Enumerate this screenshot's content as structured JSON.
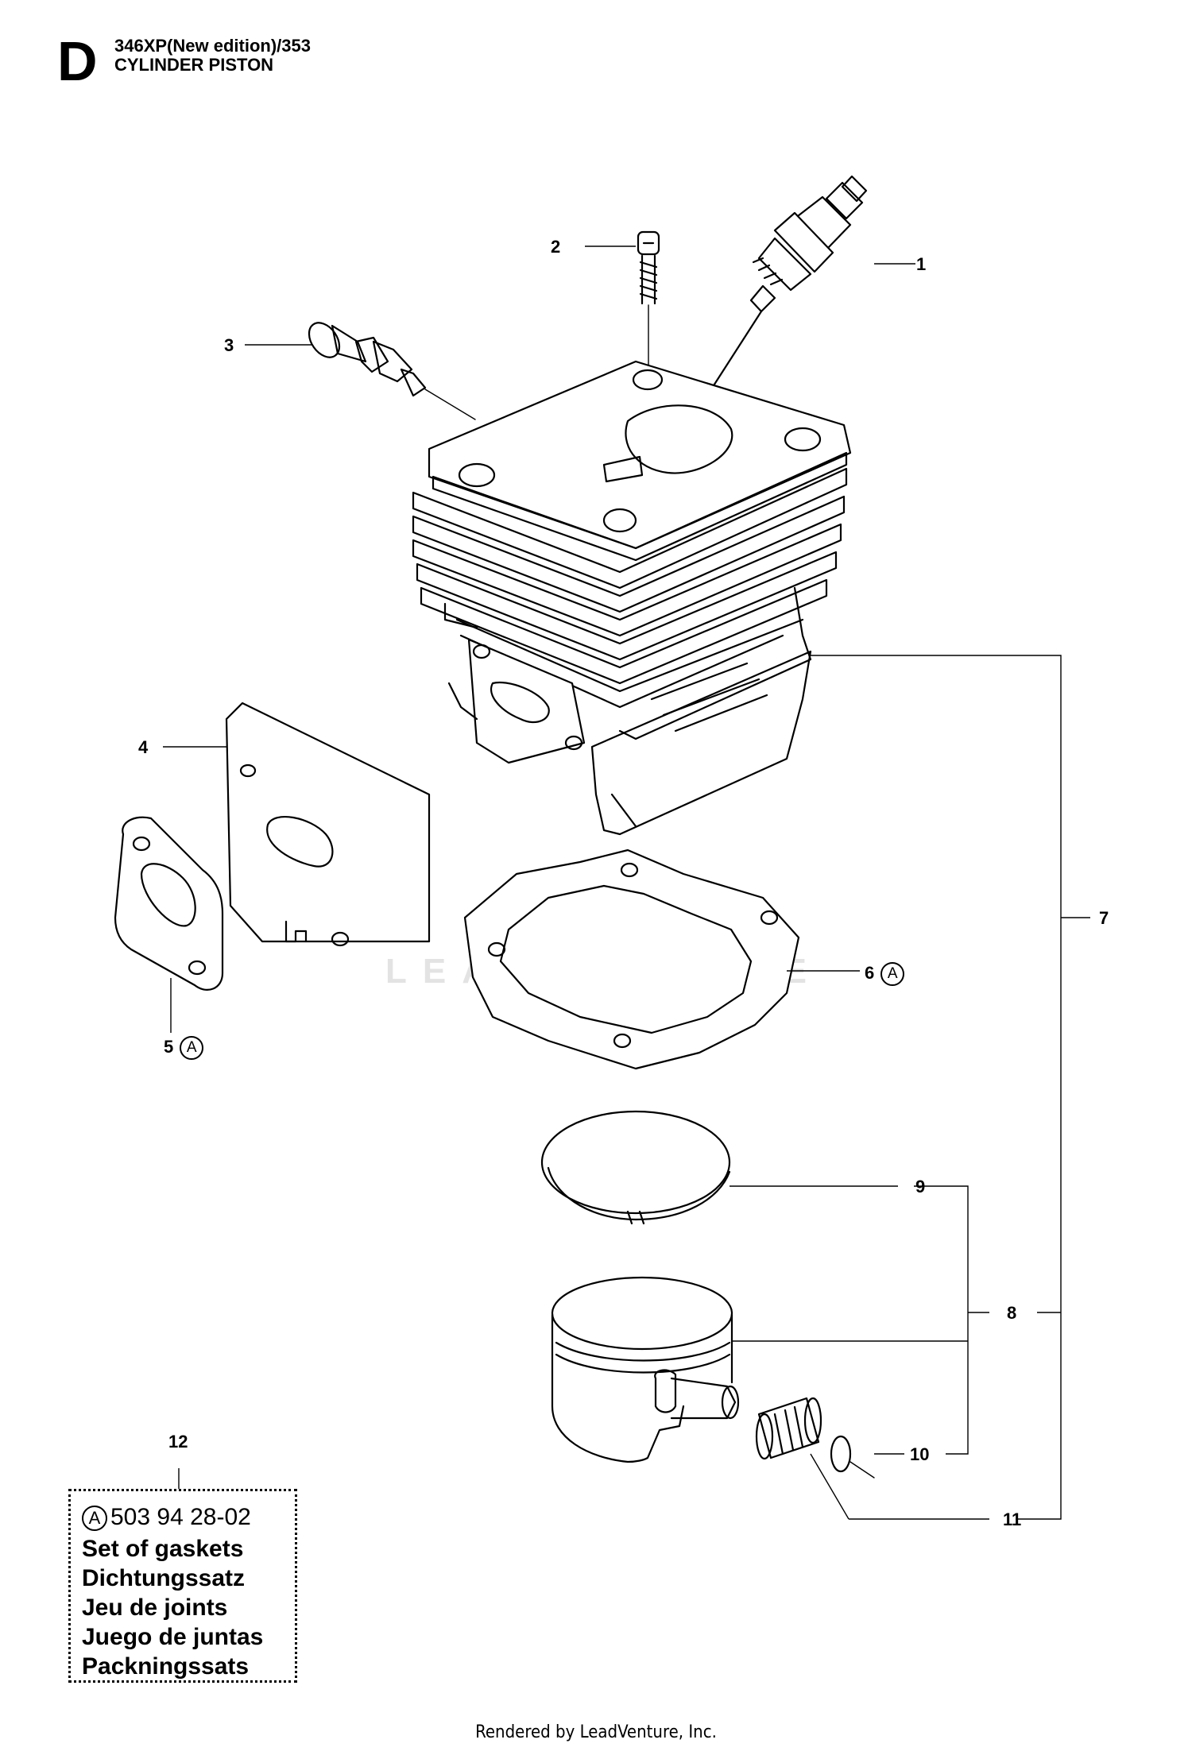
{
  "header": {
    "section_letter": "D",
    "model": "346XP(New edition)/353",
    "title": "CYLINDER PISTON"
  },
  "callouts": [
    {
      "num": "1",
      "ref": ""
    },
    {
      "num": "2",
      "ref": ""
    },
    {
      "num": "3",
      "ref": ""
    },
    {
      "num": "4",
      "ref": ""
    },
    {
      "num": "5",
      "ref": "A"
    },
    {
      "num": "6",
      "ref": "A"
    },
    {
      "num": "7",
      "ref": ""
    },
    {
      "num": "8",
      "ref": ""
    },
    {
      "num": "9",
      "ref": ""
    },
    {
      "num": "10",
      "ref": ""
    },
    {
      "num": "11",
      "ref": ""
    },
    {
      "num": "12",
      "ref": ""
    }
  ],
  "kit": {
    "ref": "A",
    "part_number": "503 94 28-02",
    "lines": [
      "Set of gaskets",
      "Dichtungssatz",
      "Jeu de joints",
      "Juego de juntas",
      "Packningssats"
    ]
  },
  "watermark": "LEADVENTURE",
  "footer": "Rendered by LeadVenture, Inc."
}
